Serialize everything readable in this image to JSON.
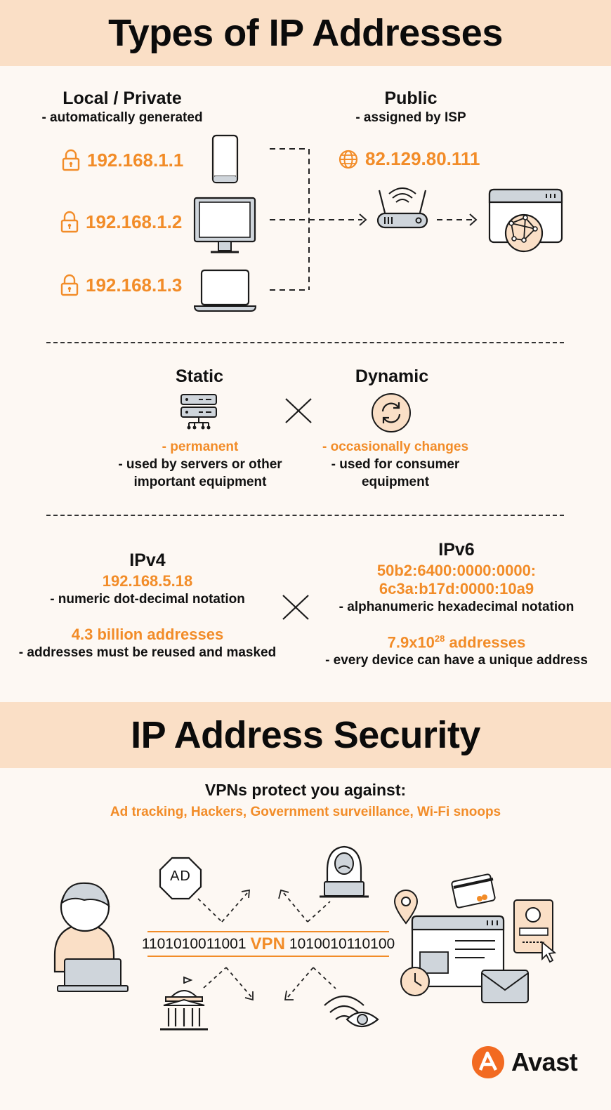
{
  "title": "Types of IP Addresses",
  "local": {
    "heading": "Local / Private",
    "subtitle": "- automatically generated",
    "ips": [
      "192.168.1.1",
      "192.168.1.2",
      "192.168.1.3"
    ]
  },
  "public": {
    "heading": "Public",
    "subtitle": "- assigned by ISP",
    "ip": "82.129.80.111"
  },
  "static": {
    "heading": "Static",
    "line1": "- permanent",
    "line2": "- used by servers or other",
    "line3": "important equipment"
  },
  "dynamic": {
    "heading": "Dynamic",
    "line1": "- occasionally changes",
    "line2": "- used for consumer",
    "line3": "equipment"
  },
  "ipv4": {
    "heading": "IPv4",
    "example": "192.168.5.18",
    "notation": "- numeric dot-decimal notation",
    "count": "4.3 billion addresses",
    "count_note": "- addresses must be reused and masked"
  },
  "ipv6": {
    "heading": "IPv6",
    "example_line1": "50b2:6400:0000:0000:",
    "example_line2": "6c3a:b17d:0000:10a9",
    "notation": "- alphanumeric hexadecimal notation",
    "count_base": "7.9x10",
    "count_exp": "28",
    "count_rest": " addresses",
    "count_note": "- every device can have a unique address"
  },
  "security": {
    "title": "IP Address Security",
    "subtitle": "VPNs protect you against:",
    "threats": "Ad tracking, Hackers, Government surveillance, Wi-Fi snoops",
    "binary_left": "1101010011001",
    "vpn": "VPN",
    "binary_right": "1010010110100",
    "ad_label": "AD"
  },
  "brand": {
    "name": "Avast",
    "color": "#F26A21"
  },
  "colors": {
    "accent": "#F28C28",
    "band": "#FADFC6",
    "background": "#FDF8F3"
  }
}
